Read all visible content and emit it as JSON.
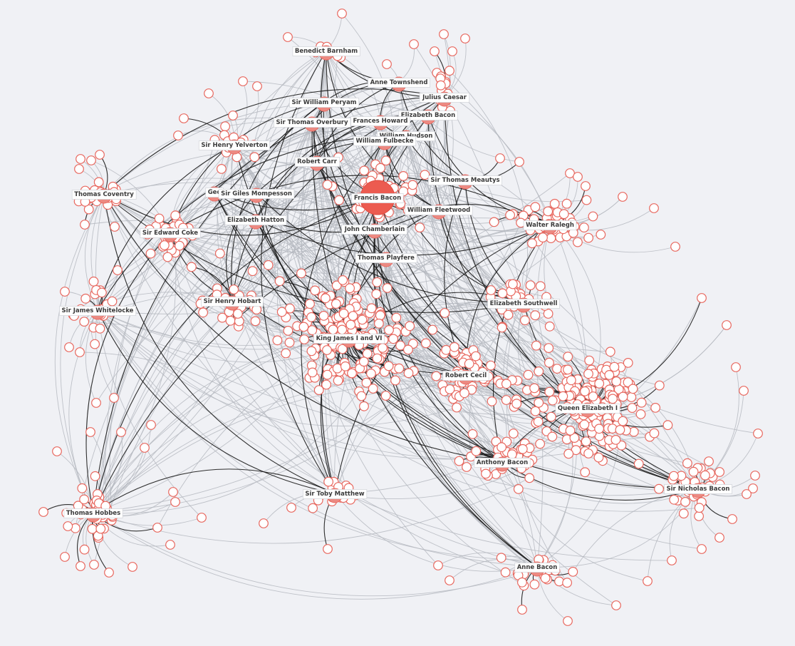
{
  "graph": {
    "colors": {
      "background": "#f0f1f5",
      "node_fill": "#ffffff",
      "node_stroke": "#e8685f",
      "hub_fill": "#ec8a82",
      "main_fill": "#ec5b50",
      "edge_light": "#b5b8bf",
      "edge_dark": "#1a1a1a"
    },
    "main_node": "Francis Bacon",
    "labels": [
      "Benedict Barnham",
      "Anne Townshend",
      "Julius Caesar",
      "Sir William Peryam",
      "Elizabeth Bacon",
      "Frances Howard",
      "Sir Thomas Overbury",
      "William Hudson",
      "William Fulbecke",
      "Sir Henry Yelverton",
      "Robert Carr",
      "Sir Thomas Meautys",
      "Thomas Coventry",
      "Geo",
      "Sir Giles Mompesson",
      "Francis Bacon",
      "William Fleetwood",
      "Elizabeth Hatton",
      "Walter Ralegh",
      "Sir Edward Coke",
      "John Chamberlain",
      "Thomas Playfere",
      "Sir Henry Hobart",
      "Elizabeth Southwell",
      "Sir James Whitelocke",
      "King James I and VI",
      "Robert Cecil",
      "Queen Elizabeth I",
      "Anthony Bacon",
      "Sir Nicholas Bacon",
      "Sir Toby Matthew",
      "Thomas Hobbes",
      "Anne Bacon"
    ]
  }
}
